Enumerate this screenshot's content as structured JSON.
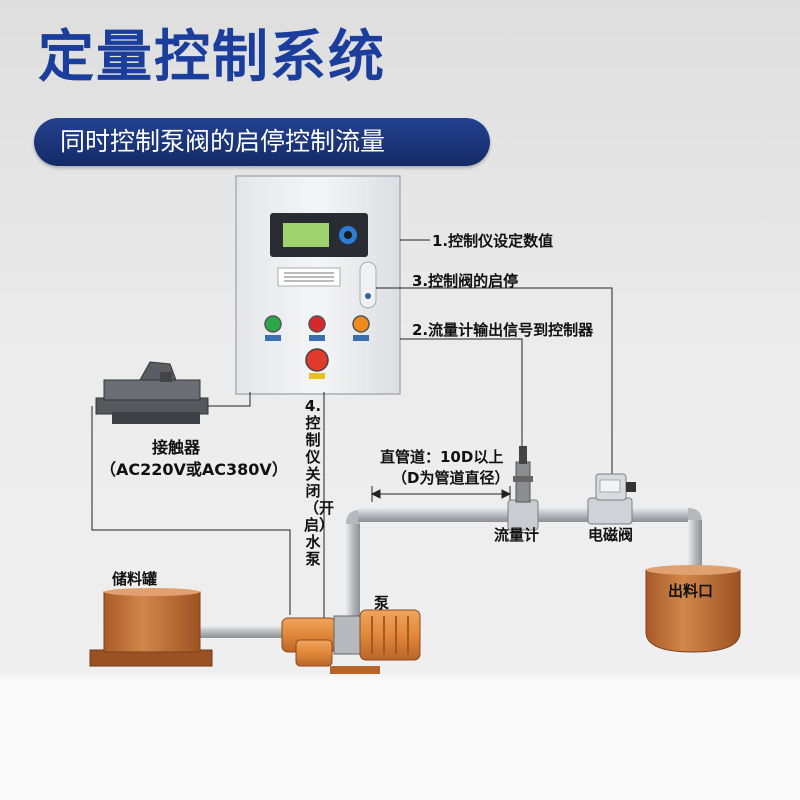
{
  "header": {
    "title": "定量控制系统",
    "subtitle": "同时控制泵阀的启停控制流量"
  },
  "annotations": {
    "step1": "1.控制仪设定数值",
    "step3": "3.控制阀的启停",
    "step2": "2.流量计输出信号到控制器",
    "step4": "4.控制仪关闭（开启）水泵"
  },
  "components": {
    "contactor": "接触器",
    "contactor_voltage": "（AC220V或AC380V）",
    "straight_pipe": "直管道：10D以上",
    "straight_pipe_note": "（D为管道直径）",
    "flowmeter": "流量计",
    "solenoid_valve": "电磁阀",
    "storage_tank": "储料罐",
    "pump": "泵",
    "outlet": "出料口"
  },
  "colors": {
    "title_blue": "#1b3e9c",
    "copper": "#c47538",
    "pump_orange": "#e0883a",
    "pipe": "#b8bcc0"
  }
}
